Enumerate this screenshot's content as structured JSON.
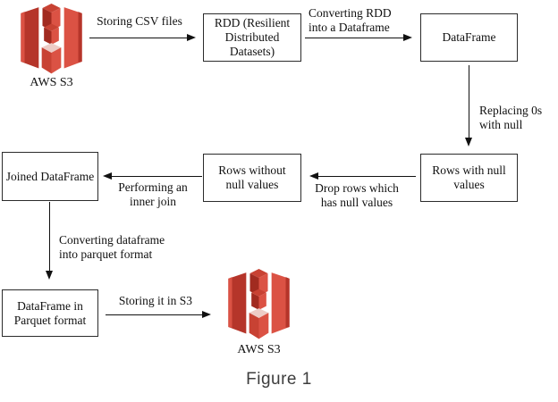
{
  "figure": {
    "caption": "Figure 1"
  },
  "nodes": {
    "s3_top": {
      "label": "AWS S3"
    },
    "rdd": {
      "label": "RDD (Resilient\nDistributed\nDatasets)"
    },
    "dataframe": {
      "label": "DataFrame"
    },
    "rows_with_null": {
      "label": "Rows with null\nvalues"
    },
    "rows_without_null": {
      "label": "Rows without\nnull values"
    },
    "joined_dataframe": {
      "label": "Joined DataFrame"
    },
    "parquet": {
      "label": "DataFrame in\nParquet format"
    },
    "s3_bottom": {
      "label": "AWS S3"
    }
  },
  "edges": {
    "store_csv": {
      "label": "Storing CSV files"
    },
    "rdd_to_df": {
      "label": "Converting RDD\ninto a Dataframe"
    },
    "replace_zeros": {
      "label": "Replacing 0s\nwith null"
    },
    "drop_rows": {
      "label": "Drop rows which\nhas null values"
    },
    "inner_join": {
      "label": "Performing an\ninner join"
    },
    "to_parquet": {
      "label": "Converting dataframe\ninto parquet format"
    },
    "store_s3": {
      "label": "Storing it in S3"
    }
  },
  "colors": {
    "icon_red_dark": "#A12B20",
    "icon_red_mid_dark": "#B5352A",
    "icon_red_mid": "#C84233",
    "icon_red_light": "#DB5244",
    "icon_red_highlight": "#EDCCC6",
    "line": "#111111",
    "caption_text": "#3D3D3D"
  }
}
